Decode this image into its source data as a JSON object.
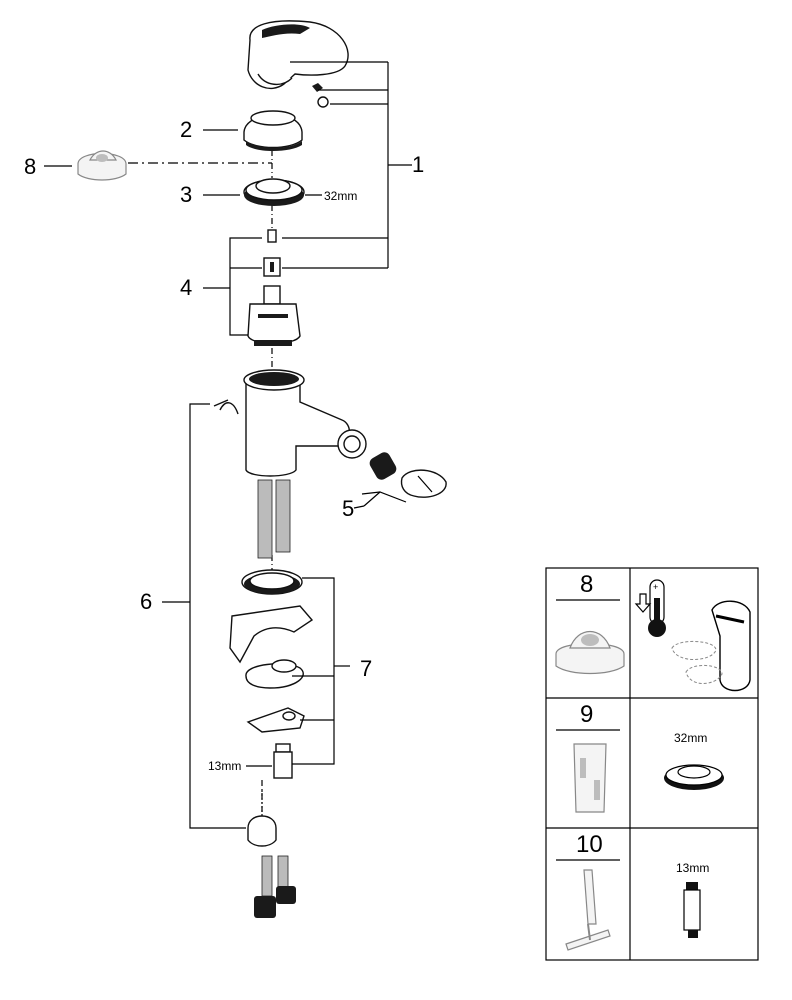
{
  "callouts": {
    "c1": "1",
    "c2": "2",
    "c3": "3",
    "c4": "4",
    "c5": "5",
    "c6": "6",
    "c7": "7",
    "c8": "8"
  },
  "dimensions": {
    "nut_size": "32mm",
    "valve_size": "13mm"
  },
  "tools_table": {
    "rows": [
      {
        "number": "8",
        "right_label": ""
      },
      {
        "number": "9",
        "right_label": "32mm"
      },
      {
        "number": "10",
        "right_label": "13mm"
      }
    ]
  }
}
